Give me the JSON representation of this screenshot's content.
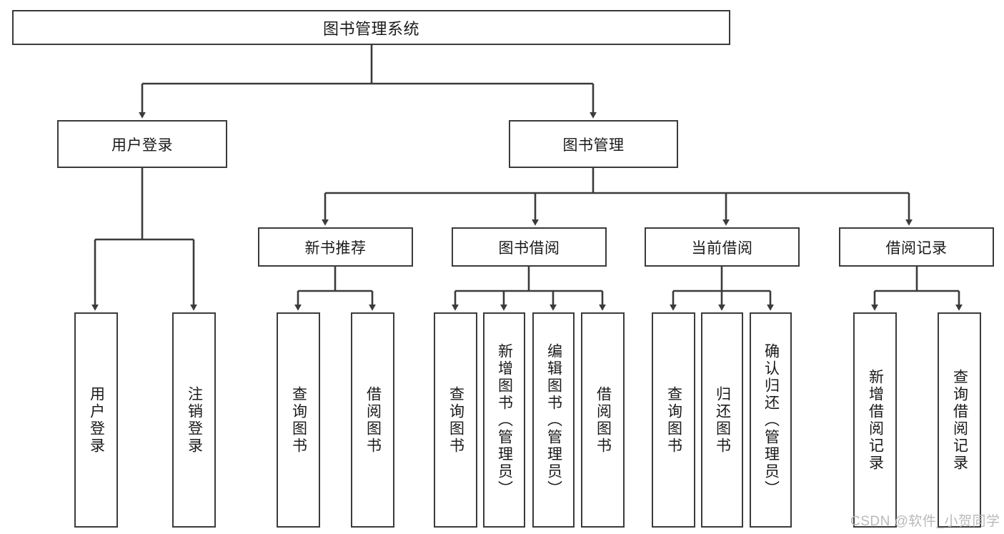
{
  "diagram": {
    "type": "tree-hierarchy",
    "title": "图书管理系统",
    "orientation": "top-down",
    "colors": {
      "box_border": "#3b3b3b",
      "box_fill": "#ffffff",
      "connector": "#3b3b3b",
      "text": "#1a1a1a",
      "watermark": "#b9b9b9"
    },
    "root": {
      "label": "图书管理系统"
    },
    "level1": [
      {
        "id": "user-login",
        "label": "用户登录"
      },
      {
        "id": "book-management",
        "label": "图书管理"
      }
    ],
    "level2": [
      {
        "id": "new-book-recommend",
        "label": "新书推荐",
        "parent": "book-management"
      },
      {
        "id": "book-borrow",
        "label": "图书借阅",
        "parent": "book-management"
      },
      {
        "id": "current-borrow",
        "label": "当前借阅",
        "parent": "book-management"
      },
      {
        "id": "borrow-record",
        "label": "借阅记录",
        "parent": "book-management"
      }
    ],
    "leaves": [
      {
        "id": "leaf-user-login",
        "label": "用户登录",
        "parent": "user-login"
      },
      {
        "id": "leaf-logout-login",
        "label": "注销登录",
        "parent": "user-login"
      },
      {
        "id": "leaf-query-book-1",
        "label": "查询图书",
        "parent": "new-book-recommend"
      },
      {
        "id": "leaf-borrow-book-1",
        "label": "借阅图书",
        "parent": "new-book-recommend"
      },
      {
        "id": "leaf-query-book-2",
        "label": "查询图书",
        "parent": "book-borrow"
      },
      {
        "id": "leaf-add-book",
        "label": "新增图书（管理员）",
        "parent": "book-borrow"
      },
      {
        "id": "leaf-edit-book",
        "label": "编辑图书（管理员）",
        "parent": "book-borrow"
      },
      {
        "id": "leaf-borrow-book-2",
        "label": "借阅图书",
        "parent": "book-borrow"
      },
      {
        "id": "leaf-query-book-3",
        "label": "查询图书",
        "parent": "current-borrow"
      },
      {
        "id": "leaf-return-book",
        "label": "归还图书",
        "parent": "current-borrow"
      },
      {
        "id": "leaf-confirm-return",
        "label": "确认归还（管理员）",
        "parent": "current-borrow"
      },
      {
        "id": "leaf-add-record",
        "label": "新增借阅记录",
        "parent": "borrow-record"
      },
      {
        "id": "leaf-query-record",
        "label": "查询借阅记录",
        "parent": "borrow-record"
      }
    ]
  },
  "watermark": {
    "text": "CSDN @软件_小贺同学"
  }
}
